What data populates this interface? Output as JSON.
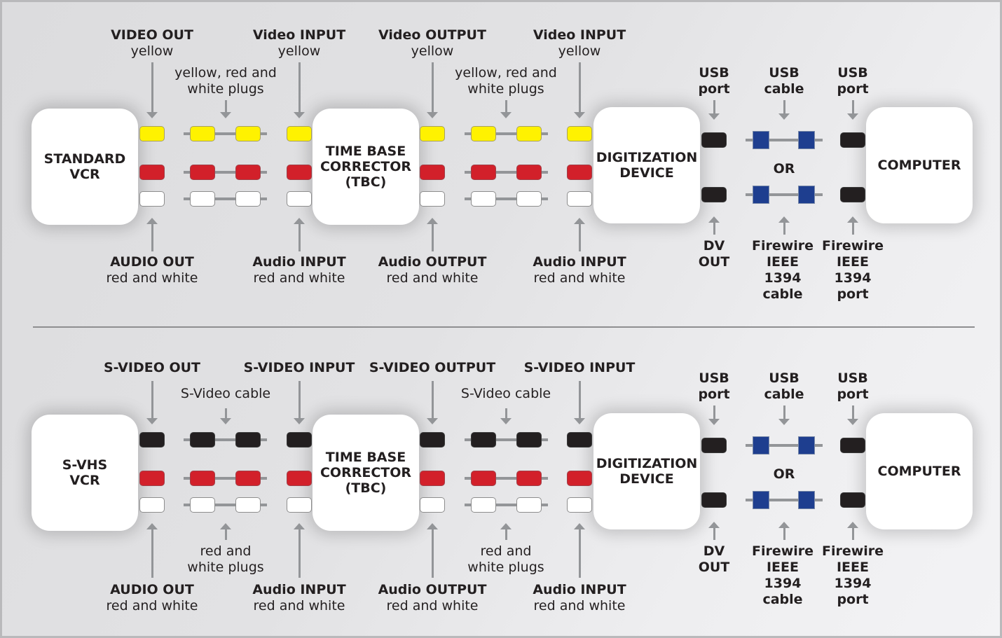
{
  "colors": {
    "yellow": "#fff200",
    "red": "#d2202a",
    "white": "#ffffff",
    "black": "#231f20",
    "blue": "#1e3e8f",
    "arrow_gray": "#939598"
  },
  "sections": [
    {
      "id": "composite",
      "devices": [
        "STANDARD\nVCR",
        "TIME BASE\nCORRECTOR\n(TBC)",
        "DIGITIZATION\nDEVICE",
        "COMPUTER"
      ],
      "plug_rows": [
        "yellow",
        "red",
        "white"
      ],
      "top_labels": [
        {
          "title": "VIDEO OUT",
          "sub": "yellow"
        },
        {
          "title": "",
          "sub": "yellow, red and\nwhite plugs"
        },
        {
          "title": "Video INPUT",
          "sub": "yellow"
        },
        {
          "title": "Video OUTPUT",
          "sub": "yellow"
        },
        {
          "title": "",
          "sub": "yellow, red and\nwhite plugs"
        },
        {
          "title": "Video INPUT",
          "sub": "yellow"
        }
      ],
      "bottom_labels": [
        {
          "title": "AUDIO OUT",
          "sub": "red and white"
        },
        {
          "title": "Audio INPUT",
          "sub": "red and white"
        },
        {
          "title": "Audio OUTPUT",
          "sub": "red and white"
        },
        {
          "title": "Audio INPUT",
          "sub": "red and white"
        }
      ],
      "digital": {
        "top": [
          "USB\nport",
          "USB\ncable",
          "USB\nport"
        ],
        "or": "OR",
        "bottom": [
          "DV\nOUT",
          "Firewire\nIEEE\n1394\ncable",
          "Firewire\nIEEE\n1394\nport"
        ]
      }
    },
    {
      "id": "svideo",
      "devices": [
        "S-VHS\nVCR",
        "TIME BASE\nCORRECTOR\n(TBC)",
        "DIGITIZATION\nDEVICE",
        "COMPUTER"
      ],
      "plug_rows": [
        "black",
        "red",
        "white"
      ],
      "top_labels": [
        {
          "title": "S-VIDEO OUT",
          "sub": ""
        },
        {
          "title": "",
          "sub": "S-Video cable"
        },
        {
          "title": "S-VIDEO INPUT",
          "sub": ""
        },
        {
          "title": "S-VIDEO OUTPUT",
          "sub": ""
        },
        {
          "title": "",
          "sub": "S-Video cable"
        },
        {
          "title": "S-VIDEO INPUT",
          "sub": ""
        }
      ],
      "bottom_labels": [
        {
          "title": "AUDIO OUT",
          "sub": "red and white"
        },
        {
          "title": "",
          "sub": "red and\nwhite plugs"
        },
        {
          "title": "Audio INPUT",
          "sub": "red and white"
        },
        {
          "title": "Audio OUTPUT",
          "sub": "red and white"
        },
        {
          "title": "",
          "sub": "red and\nwhite plugs"
        },
        {
          "title": "Audio INPUT",
          "sub": "red and white"
        }
      ],
      "digital": {
        "top": [
          "USB\nport",
          "USB\ncable",
          "USB\nport"
        ],
        "or": "OR",
        "bottom": [
          "DV\nOUT",
          "Firewire\nIEEE\n1394\ncable",
          "Firewire\nIEEE\n1394\nport"
        ]
      }
    }
  ]
}
